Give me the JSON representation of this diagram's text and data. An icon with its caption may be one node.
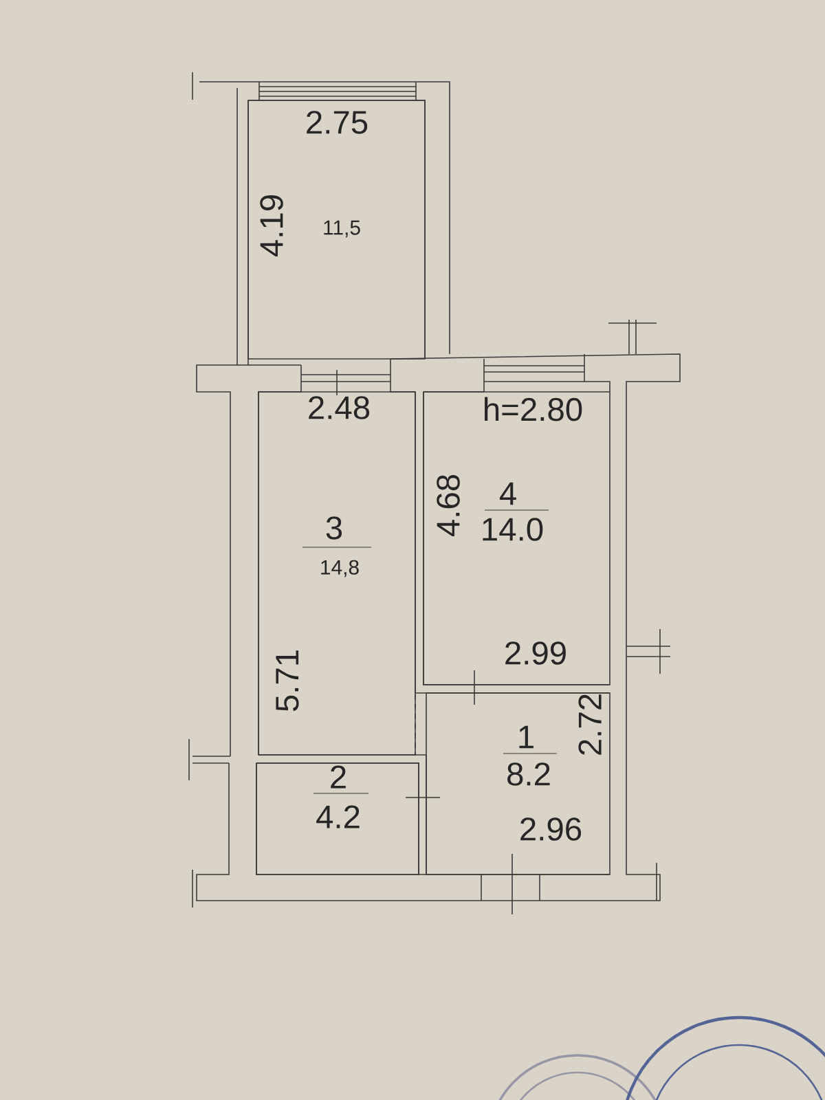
{
  "diagram": {
    "nodes": [
      {
        "text": [
          "11,5"
        ]
      },
      {
        "text": [
          "3",
          "14,8"
        ]
      },
      {
        "text": [
          "4",
          "14.0"
        ]
      },
      {
        "text": [
          "1",
          "8.2"
        ]
      },
      {
        "text": [
          "2",
          "4.2"
        ]
      }
    ],
    "labels": [
      "2.75",
      "4.19",
      "2.48",
      "h=2.80",
      "4.68",
      "5.71",
      "2.99",
      "2.72",
      "2.96"
    ]
  }
}
